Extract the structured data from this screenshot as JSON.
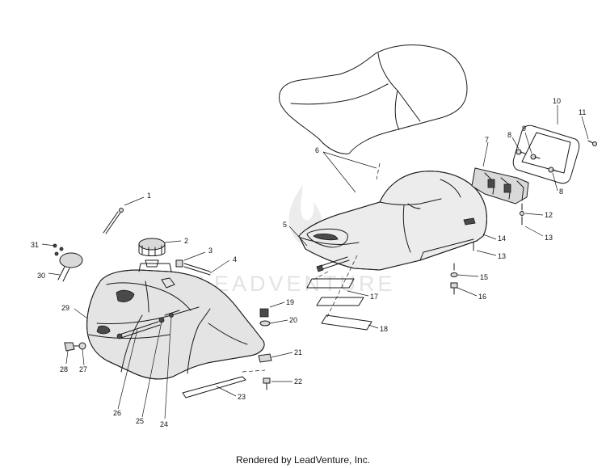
{
  "diagram": {
    "watermark": "LEADVENTURE",
    "callouts": [
      "1",
      "2",
      "3",
      "4",
      "5",
      "6",
      "7",
      "8",
      "8",
      "9",
      "10",
      "11",
      "12",
      "13",
      "13",
      "14",
      "15",
      "16",
      "17",
      "18",
      "19",
      "20",
      "21",
      "22",
      "23",
      "24",
      "25",
      "26",
      "27",
      "28",
      "29",
      "30",
      "31"
    ]
  },
  "footer": {
    "text": "Rendered by LeadVenture, Inc."
  },
  "colors": {
    "line": "#1a1a1a",
    "part_fill": "#d9d9d9",
    "watermark": "#e3e3e3"
  }
}
